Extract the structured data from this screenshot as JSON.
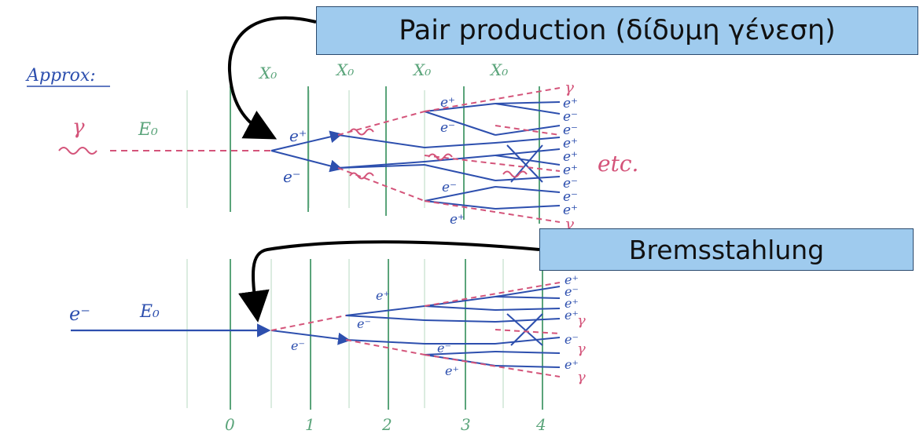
{
  "callouts": {
    "pair_production": "Pair production (δίδυμη γένεση)",
    "bremsstrahlung": "Bremsstahlung"
  },
  "handwriting": {
    "approx": "Approx:",
    "radiation_length": "X₀",
    "photon": "γ",
    "energy": "E₀",
    "electron": "e⁻",
    "positron": "e⁺",
    "etc": "etc."
  },
  "axis_ticks": [
    "0",
    "1",
    "2",
    "3",
    "4"
  ],
  "colors": {
    "particle_track": "#2d4fae",
    "photon_track": "#d4547a",
    "layer_line": "#5aa47a",
    "callout_fill": "#9fcbee"
  }
}
